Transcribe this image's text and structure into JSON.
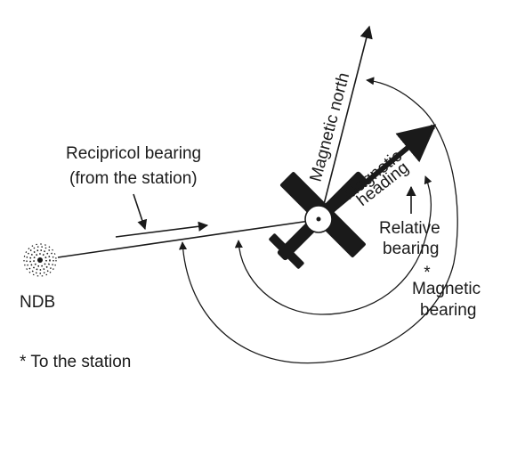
{
  "labels": {
    "reciprocal_line1": "Recipricol bearing",
    "reciprocal_line2": "(from the station)",
    "magnetic_north": "Magnetic north",
    "magnetic_heading_line1": "Magnetic",
    "magnetic_heading_line2": "heading",
    "relative_bearing_line1": "Relative",
    "relative_bearing_line2": "bearing",
    "asterisk": "*",
    "magnetic_bearing_line1": "Magnetic",
    "magnetic_bearing_line2": "bearing",
    "ndb": "NDB",
    "footnote": "* To the station"
  },
  "colors": {
    "ink": "#1a1a1a",
    "background": "#ffffff"
  },
  "icons": {
    "station": "ndb-station-icon",
    "aircraft": "airplane-icon"
  }
}
